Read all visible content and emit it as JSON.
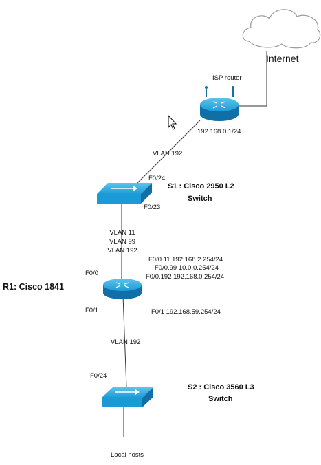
{
  "internet": {
    "label": "Internet"
  },
  "isp_router": {
    "label": "ISP router",
    "ip": "192.168.0.1/24"
  },
  "link_isp_s1": {
    "vlan": "VLAN 192"
  },
  "s1": {
    "name_line1": "S1 : Cisco 2950 L2",
    "name_line2": "Switch",
    "port_up": "F0/24",
    "port_down": "F0/23"
  },
  "trunk_s1_r1": {
    "vlans": [
      "VLAN 11",
      "VLAN 99",
      "VLAN 192"
    ]
  },
  "r1": {
    "name": "R1: Cisco 1841",
    "port_up": "F0/0",
    "port_down": "F0/1",
    "subifs": [
      "F0/0.11 192.168.2.254/24",
      "F0/0.99 10.0.0.254/24",
      "F0/0.192 192.168.0.254/24"
    ],
    "f01_ip": "F0/1 192.168.59.254/24"
  },
  "link_r1_s2": {
    "vlan": "VLAN 192"
  },
  "s2": {
    "port_up": "F0/24",
    "name_line1": "S2 : Cisco 3560 L3",
    "name_line2": "Switch"
  },
  "hosts": {
    "label": "Local hosts"
  },
  "colors": {
    "device_blue": "#1a9bd7",
    "device_dark": "#0f6fa6",
    "line": "#333333"
  }
}
